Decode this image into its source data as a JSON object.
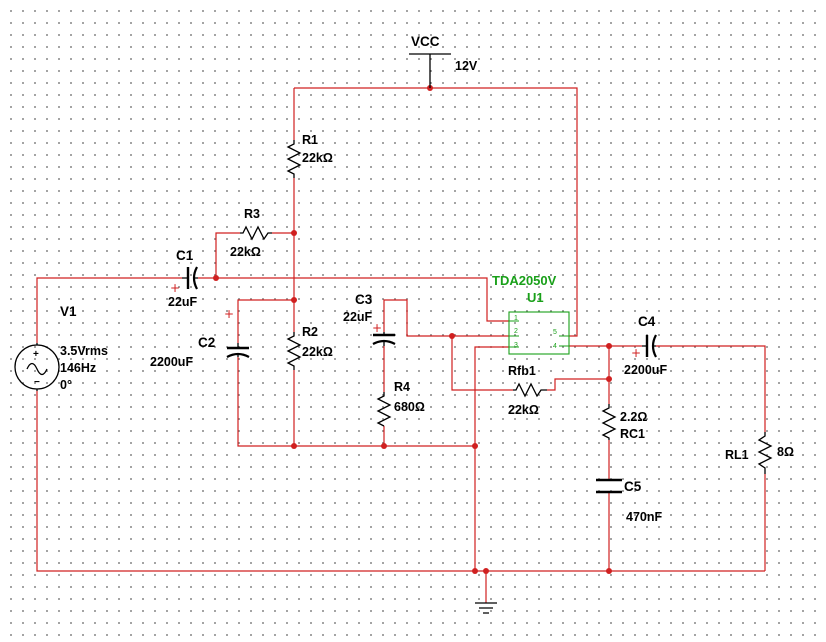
{
  "power": {
    "name": "VCC",
    "value": "12V"
  },
  "source": {
    "name": "V1",
    "amplitude": "3.5Vrms",
    "frequency": "146Hz",
    "phase": "0°"
  },
  "ic": {
    "part": "TDA2050V",
    "ref": "U1",
    "pins": [
      "1",
      "2",
      "3",
      "4",
      "5"
    ]
  },
  "resistors": {
    "R1": {
      "name": "R1",
      "value": "22kΩ"
    },
    "R2": {
      "name": "R2",
      "value": "22kΩ"
    },
    "R3": {
      "name": "R3",
      "value": "22kΩ"
    },
    "R4": {
      "name": "R4",
      "value": "680Ω"
    },
    "Rfb1": {
      "name": "Rfb1",
      "value": "22kΩ"
    },
    "RC1": {
      "name": "RC1",
      "value": "2.2Ω"
    },
    "RL1": {
      "name": "RL1",
      "value": "8Ω"
    }
  },
  "capacitors": {
    "C1": {
      "name": "C1",
      "value": "22uF",
      "polarized": true
    },
    "C2": {
      "name": "C2",
      "value": "2200uF",
      "polarized": true
    },
    "C3": {
      "name": "C3",
      "value": "22uF",
      "polarized": true
    },
    "C4": {
      "name": "C4",
      "value": "2200uF",
      "polarized": true
    },
    "C5": {
      "name": "C5",
      "value": "470nF",
      "polarized": false
    }
  },
  "colors": {
    "wire": "#d02020",
    "component": "#000000",
    "ic": "#19a019",
    "grid_dot": "#8a8a8a",
    "background": "#ffffff"
  }
}
